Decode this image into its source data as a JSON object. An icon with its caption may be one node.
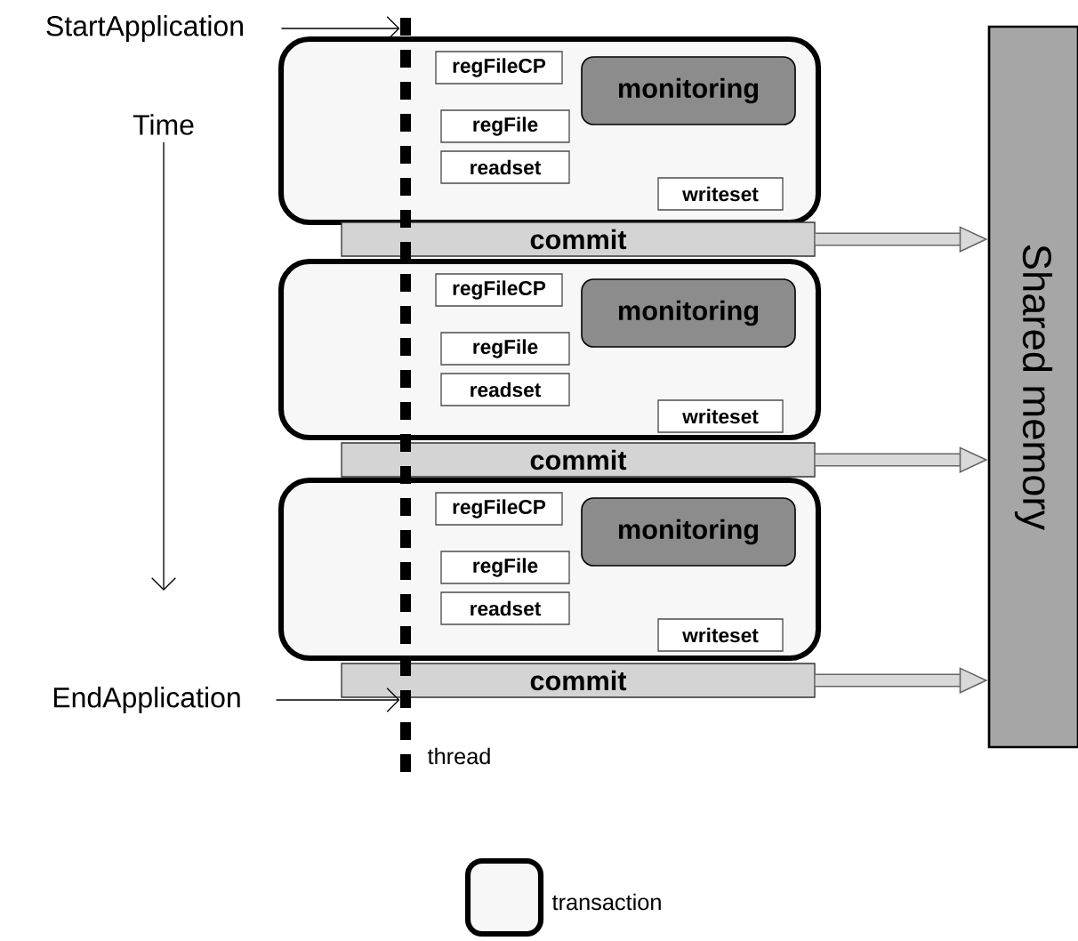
{
  "diagram": {
    "nodes": [
      {
        "text": [
          "StartApplication"
        ]
      },
      {
        "text": [
          "Shared memory"
        ]
      },
      {
        "text": [],
        "shape": "box"
      },
      {
        "text": [
          "regFileCP"
        ],
        "in": 2
      },
      {
        "text": [
          "monitoring"
        ],
        "in": 2
      },
      {
        "text": [
          "regFile"
        ],
        "in": 2
      },
      {
        "text": [
          "readset"
        ],
        "in": 2
      },
      {
        "text": [
          "writeset"
        ],
        "in": 2
      },
      {
        "text": [
          "commit"
        ]
      },
      {
        "text": [],
        "shape": "box"
      },
      {
        "text": [
          "regFileCP"
        ],
        "in": 9
      },
      {
        "text": [
          "monitoring"
        ],
        "in": 9
      },
      {
        "text": [
          "regFile"
        ],
        "in": 9
      },
      {
        "text": [
          "readset"
        ],
        "in": 9
      },
      {
        "text": [
          "writeset"
        ],
        "in": 9
      },
      {
        "text": [
          "commit"
        ]
      },
      {
        "text": [],
        "shape": "box"
      },
      {
        "text": [
          "regFileCP"
        ],
        "in": 16
      },
      {
        "text": [
          "monitoring"
        ],
        "in": 16
      },
      {
        "text": [
          "regFile"
        ],
        "in": 16
      },
      {
        "text": [
          "readset"
        ],
        "in": 16
      },
      {
        "text": [
          "writeset"
        ],
        "in": 16
      },
      {
        "text": [
          "commit"
        ]
      },
      {
        "text": [
          "EndApplication"
        ]
      },
      {
        "text": [],
        "shape": "bar",
        "beside": [
          "thread"
        ]
      }
    ],
    "edges": [
      {
        "from": 0,
        "to": 24,
        "arrow": "to",
        "color": "#000000"
      },
      {
        "from": 8,
        "to": 1,
        "arrow": "to"
      },
      {
        "from": 15,
        "to": 1,
        "arrow": "to"
      },
      {
        "from": 22,
        "to": 1,
        "arrow": "to"
      },
      {
        "from": 23,
        "to": 24,
        "arrow": "to",
        "color": "#000000"
      }
    ],
    "labels": [
      "Time"
    ],
    "legend": [
      {
        "text": "transaction"
      }
    ]
  }
}
